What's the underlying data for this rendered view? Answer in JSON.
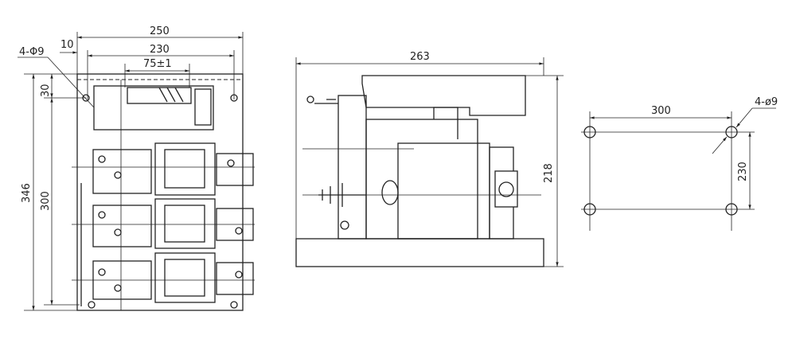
{
  "front_view": {
    "dim_overall_width": "250",
    "dim_offset": "10",
    "dim_hole_spacing": "230",
    "dim_pole_spacing": "75±1",
    "dim_holes_label": "4-Φ9",
    "dim_top_offset": "30",
    "dim_overall_height": "346",
    "dim_hole_height": "300"
  },
  "side_view": {
    "dim_depth": "263",
    "dim_height": "218"
  },
  "mounting_plan": {
    "dim_width": "300",
    "dim_height": "230",
    "dim_holes_label": "4-ø9"
  }
}
